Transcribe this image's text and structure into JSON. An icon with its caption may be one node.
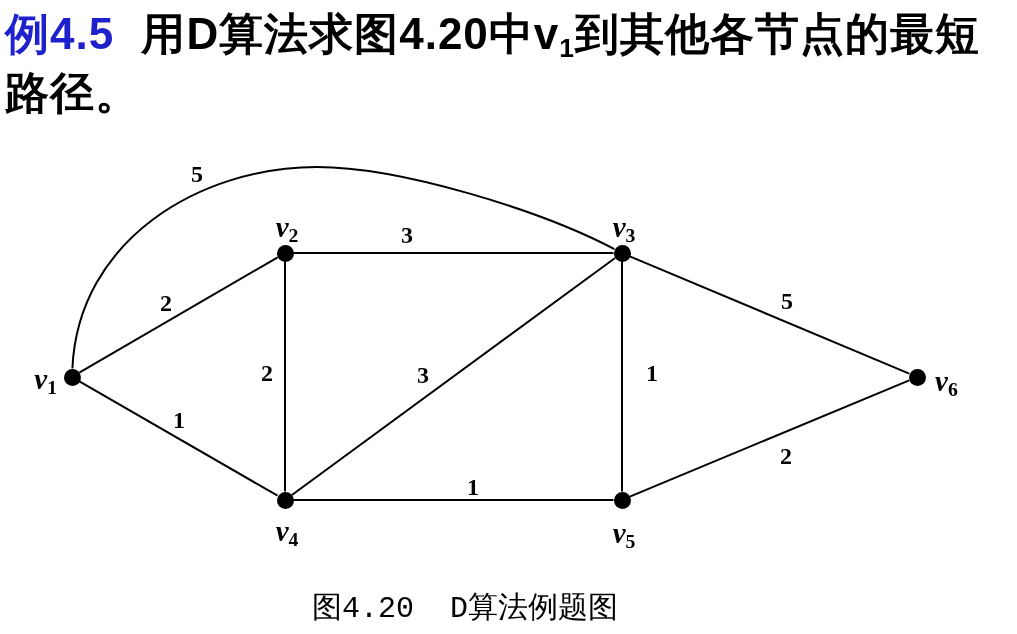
{
  "diagram": {
    "title": "例4.5 用D算法求图4.20中v$_{1}$到其他各节点的最短路径。",
    "caption": "图4.20 D算法例题图",
    "nodes": [
      {
        "text": [],
        "shape": "circle",
        "beside": [
          "*v*$_{1}$"
        ]
      },
      {
        "text": [],
        "shape": "circle",
        "beside": [
          "*v*$_{2}$"
        ]
      },
      {
        "text": [],
        "shape": "circle",
        "beside": [
          "*v*$_{3}$"
        ]
      },
      {
        "text": [],
        "shape": "circle",
        "beside": [
          "*v*$_{4}$"
        ]
      },
      {
        "text": [],
        "shape": "circle",
        "beside": [
          "*v*$_{5}$"
        ]
      },
      {
        "text": [],
        "shape": "circle",
        "beside": [
          "*v*$_{6}$"
        ]
      }
    ],
    "edges": [
      {
        "from": 0,
        "to": 2,
        "arrow": "none",
        "label": "5"
      },
      {
        "from": 0,
        "to": 1,
        "arrow": "none",
        "label": "2"
      },
      {
        "from": 0,
        "to": 3,
        "arrow": "none",
        "label": "1"
      },
      {
        "from": 1,
        "to": 2,
        "arrow": "none",
        "label": "3"
      },
      {
        "from": 1,
        "to": 3,
        "arrow": "none",
        "label": "2"
      },
      {
        "from": 3,
        "to": 2,
        "arrow": "none",
        "label": "3"
      },
      {
        "from": 2,
        "to": 4,
        "arrow": "none",
        "label": "1"
      },
      {
        "from": 2,
        "to": 5,
        "arrow": "none",
        "label": "5"
      },
      {
        "from": 3,
        "to": 4,
        "arrow": "none",
        "label": "1"
      },
      {
        "from": 4,
        "to": 5,
        "arrow": "none",
        "label": "2"
      }
    ]
  }
}
